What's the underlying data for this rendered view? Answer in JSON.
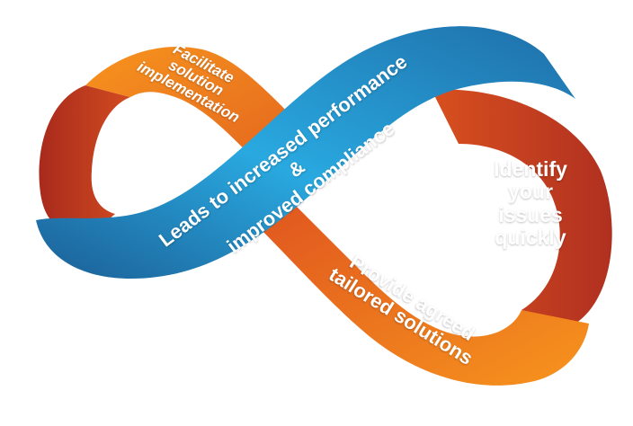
{
  "labels": {
    "facilitate": "Facilitate\nsolution\nimplementation",
    "identify": "Identify\nyour\nissues\nquickly",
    "leads": "Leads to increased performance &\nimproved compliance",
    "provide": "Provide agreed\ntailored solutions"
  },
  "colors": {
    "orange_light": "#f7941d",
    "orange_dark": "#d9501f",
    "red_inner": "#b83220",
    "blue_light": "#29a9e0",
    "blue_dark": "#1b5f96"
  }
}
